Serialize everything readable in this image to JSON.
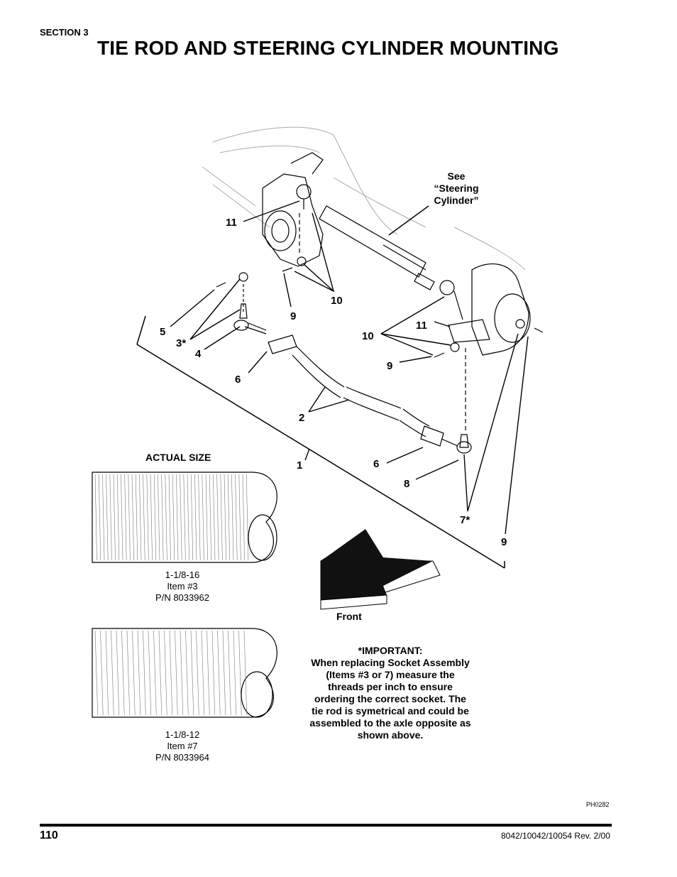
{
  "header": {
    "section": "SECTION 3",
    "title": "TIE ROD AND STEERING CYLINDER MOUNTING"
  },
  "diagram": {
    "see_note": [
      "See",
      "“Steering",
      "Cylinder”"
    ],
    "callouts": {
      "c11a": "11",
      "c10a": "10",
      "c9a": "9",
      "c5": "5",
      "c3": "3*",
      "c4": "4",
      "c6a": "6",
      "c2": "2",
      "c1": "1",
      "c6b": "6",
      "c8": "8",
      "c7": "7*",
      "c9b": "9",
      "c10b": "10",
      "c11b": "11",
      "c9c": "9"
    },
    "front_label": "Front"
  },
  "actual_size": {
    "heading": "ACTUAL SIZE",
    "thread1": {
      "size": "1-1/8-16",
      "item": "Item #3",
      "pn": "P/N 8033962"
    },
    "thread2": {
      "size": "1-1/8-12",
      "item": "Item #7",
      "pn": "P/N 8033964"
    }
  },
  "important": {
    "title": "*IMPORTANT:",
    "lines": [
      "When replacing Socket Assembly",
      "(Items #3 or 7) measure the",
      "threads per inch to ensure",
      "ordering the correct socket. The",
      "tie rod is symetrical and could be",
      "assembled to the axle opposite as",
      "shown above."
    ]
  },
  "footer": {
    "drawing_code": "PH0282",
    "page_number": "110",
    "revision": "8042/10042/10054 Rev. 2/00"
  }
}
